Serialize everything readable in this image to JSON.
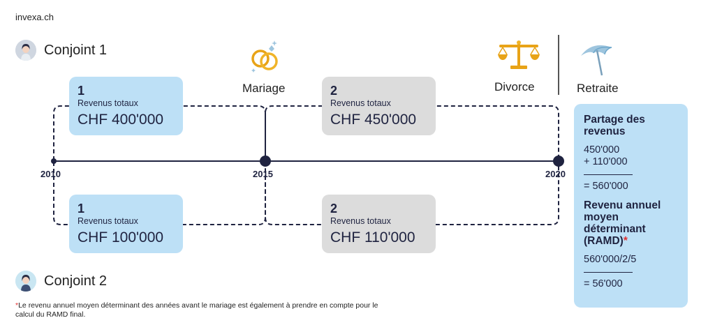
{
  "brand": "invexa.ch",
  "persons": {
    "p1": {
      "name": "Conjoint 1",
      "avatar_icon": "woman-avatar-icon"
    },
    "p2": {
      "name": "Conjoint 2",
      "avatar_icon": "woman-avatar-icon"
    }
  },
  "events": {
    "marriage": {
      "label": "Mariage",
      "icon": "wedding-rings-icon"
    },
    "divorce": {
      "label": "Divorce",
      "icon": "scales-icon"
    },
    "retirement": {
      "label": "Retraite",
      "icon": "beach-umbrella-icon"
    }
  },
  "timeline": {
    "years": [
      "2010",
      "2015",
      "2020"
    ]
  },
  "boxes": {
    "p1_before": {
      "number": "1",
      "label": "Revenus totaux",
      "amount": "CHF 400'000",
      "color": "#bde0f6"
    },
    "p1_after": {
      "number": "2",
      "label": "Revenus totaux",
      "amount": "CHF 450'000",
      "color": "#dcdcdc"
    },
    "p2_before": {
      "number": "1",
      "label": "Revenus totaux",
      "amount": "CHF 100'000",
      "color": "#bde0f6"
    },
    "p2_after": {
      "number": "2",
      "label": "Revenus totaux",
      "amount": "CHF 110'000",
      "color": "#dcdcdc"
    }
  },
  "panel": {
    "title": "Partage des revenus",
    "line1": "450'000",
    "line2": "+ 110'000",
    "result1": "= 560'000",
    "ramd_title": "Revenu annuel moyen déterminant (RAMD)",
    "ramd_star": "*",
    "formula": "560'000/2/5",
    "result2": "= 56'000"
  },
  "footnote": {
    "star": "*",
    "text": "Le revenu annuel moyen déterminant des années avant le mariage est également à prendre en compte pour le calcul du RAMD final."
  },
  "colors": {
    "navy": "#1f2340",
    "light_blue": "#bde0f6",
    "grey": "#dcdcdc",
    "accent_red": "#e03131",
    "gold": "#e8a317"
  }
}
